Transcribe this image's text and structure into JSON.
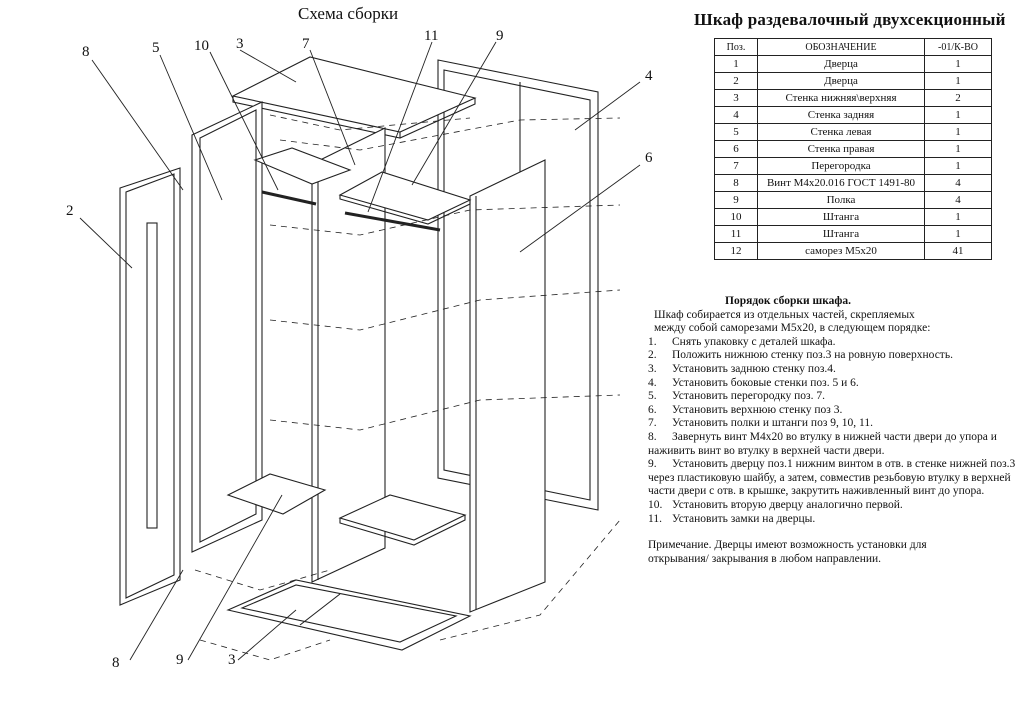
{
  "diagram_title": "Схема сборки",
  "document_title": "Шкаф раздевалочный двухсекционный",
  "table": {
    "headers": [
      "Поз.",
      "ОБОЗНАЧЕНИЕ",
      "-01/К-ВО"
    ],
    "rows": [
      [
        "1",
        "Дверца",
        "1"
      ],
      [
        "2",
        "Дверца",
        "1"
      ],
      [
        "3",
        "Стенка нижняя\\верхняя",
        "2"
      ],
      [
        "4",
        "Стенка задняя",
        "1"
      ],
      [
        "5",
        "Стенка левая",
        "1"
      ],
      [
        "6",
        "Стенка правая",
        "1"
      ],
      [
        "7",
        "Перегородка",
        "1"
      ],
      [
        "8",
        "Винт М4х20.016 ГОСТ 1491-80",
        "4"
      ],
      [
        "9",
        "Полка",
        "4"
      ],
      [
        "10",
        "Штанга",
        "1"
      ],
      [
        "11",
        "Штанга",
        "1"
      ],
      [
        "12",
        "саморез М5х20",
        "41"
      ]
    ]
  },
  "instructions": {
    "title": "Порядок сборки шкафа",
    "intro": [
      "Шкаф собирается из отдельных частей, скрепляемых",
      "между собой саморезами М5х20, в следующем порядке:"
    ],
    "steps": [
      {
        "n": "1.",
        "text": "Снять упаковку с деталей шкафа."
      },
      {
        "n": "2.",
        "text": "Положить нижнюю стенку поз.3 на ровную поверхность."
      },
      {
        "n": "3.",
        "text": "Установить заднюю стенку поз.4."
      },
      {
        "n": "4.",
        "text": "Установить боковые стенки поз. 5 и 6."
      },
      {
        "n": "5.",
        "text": "Установить перегородку поз. 7."
      },
      {
        "n": "6.",
        "text": "Установить верхнюю стенку поз 3."
      },
      {
        "n": "7.",
        "text": "Установить полки и штанги поз 9, 10, 11."
      },
      {
        "n": "8.",
        "text": "Завернуть винт М4х20 во втулку в нижней части двери до упора и наживить винт во втулку в верхней части двери."
      },
      {
        "n": "9.",
        "text": "Установить дверцу поз.1 нижним винтом в отв. в стенке нижней поз.3 через пластиковую шайбу, а затем, совместив резьбовую втулку в верхней части двери с отв. в крышке, закрутить наживленный винт до упора."
      },
      {
        "n": "10.",
        "text": "Установить вторую дверцу аналогично первой."
      },
      {
        "n": "11.",
        "text": "Установить замки на дверцы."
      }
    ],
    "note": [
      "Примечание. Дверцы имеют возможность установки для",
      "открывания/ закрывания в любом направлении."
    ]
  },
  "callouts": {
    "top": [
      "8",
      "5",
      "10",
      "3",
      "7",
      "11",
      "9"
    ],
    "side": [
      "2",
      "4",
      "6"
    ],
    "bottom": [
      "8",
      "9",
      "3"
    ]
  }
}
